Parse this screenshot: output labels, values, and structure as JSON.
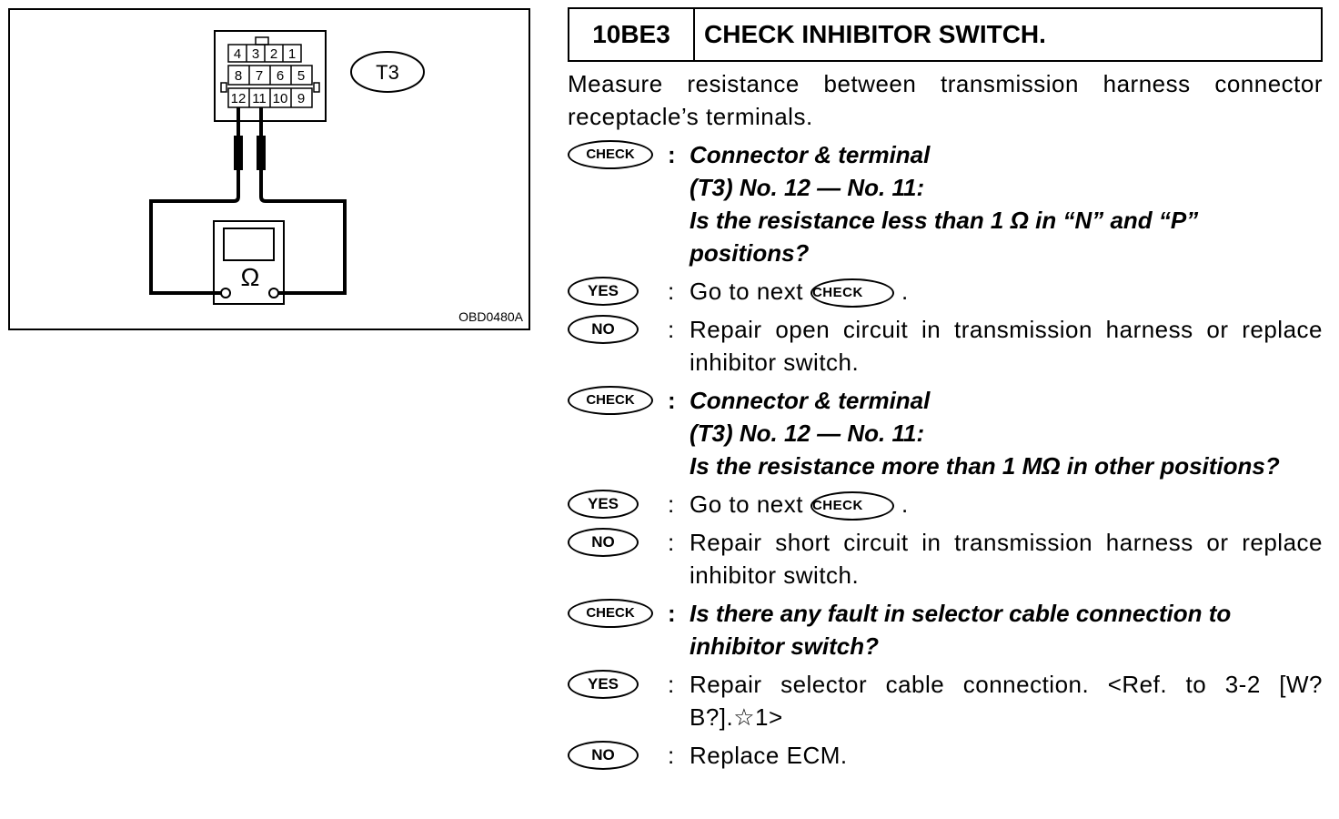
{
  "figure": {
    "connector_label": "T3",
    "figure_code": "OBD0480A",
    "pins_top": [
      "4",
      "3",
      "2",
      "1"
    ],
    "pins_mid": [
      "8",
      "7",
      "6",
      "5"
    ],
    "pins_bot": [
      "12",
      "11",
      "10",
      "9"
    ],
    "meter_symbol": "Ω"
  },
  "header": {
    "code": "10BE3",
    "title": "CHECK INHIBITOR SWITCH."
  },
  "intro": "Measure resistance between transmission harness connector receptacle’s terminals.",
  "badges": {
    "check": "CHECK",
    "yes": "YES",
    "no": "NO"
  },
  "steps": [
    {
      "check_text": "Connector & terminal\n(T3) No. 12 — No. 11:\nIs the resistance less than 1 Ω in “N” and “P” positions?",
      "yes_text": "Go to next",
      "no_text": "Repair open circuit in transmission harness or replace inhibitor switch."
    },
    {
      "check_text": "Connector & terminal\n(T3) No. 12 — No. 11:\nIs the resistance more than 1 MΩ in other positions?",
      "yes_text": "Go to next",
      "no_text": "Repair short circuit in transmission harness or replace inhibitor switch."
    },
    {
      "check_text": "Is there any fault in selector cable connection to inhibitor switch?",
      "yes_text": "Repair selector cable connection. <Ref. to 3-2 [W?B?].☆1>",
      "no_text": "Replace ECM."
    }
  ]
}
